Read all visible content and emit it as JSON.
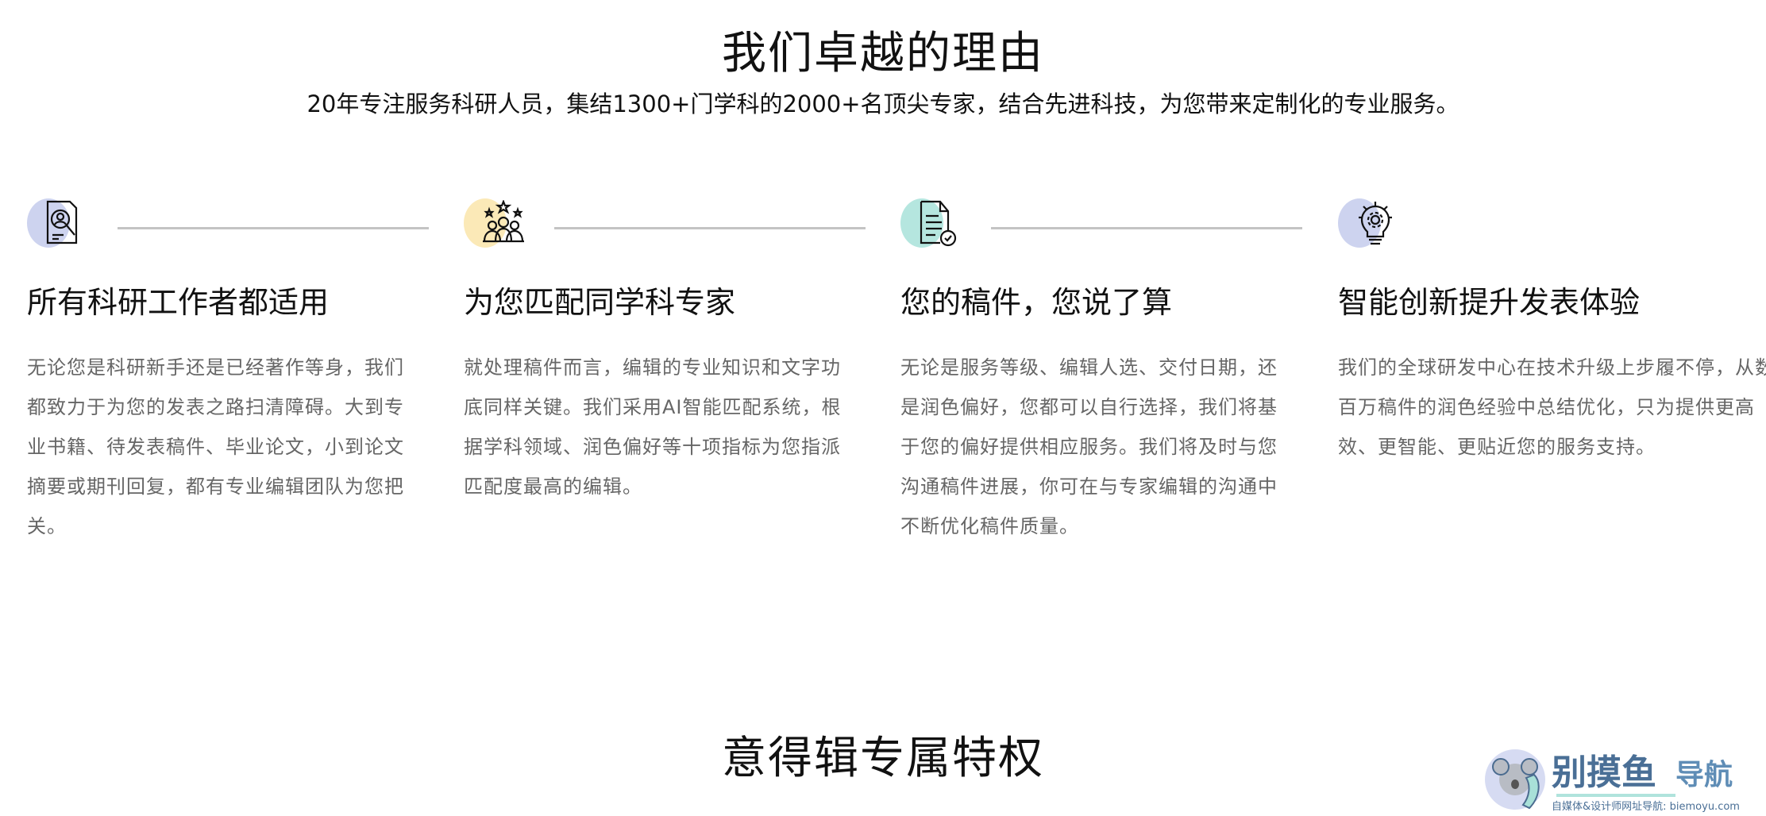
{
  "section1": {
    "title": "我们卓越的理由",
    "subtitle": "20年专注服务科研人员，集结1300+门学科的2000+名顶尖专家，结合先进科技，为您带来定制化的专业服务。",
    "features": [
      {
        "icon": "document-search-icon",
        "accent": "#cdd3ef",
        "title": "所有科研工作者都适用",
        "text": "无论您是科研新手还是已经著作等身，我们都致力于为您的发表之路扫清障碍。大到专业书籍、待发表稿件、毕业论文，小到论文摘要或期刊回复，都有专业编辑团队为您把关。"
      },
      {
        "icon": "team-stars-icon",
        "accent": "#fbe9b7",
        "title": "为您匹配同学科专家",
        "text": "就处理稿件而言，编辑的专业知识和文字功底同样关键。我们采用AI智能匹配系统，根据学科领域、润色偏好等十项指标为您指派匹配度最高的编辑。"
      },
      {
        "icon": "document-check-icon",
        "accent": "#b5e6df",
        "title": "您的稿件，您说了算",
        "text": "无论是服务等级、编辑人选、交付日期，还是润色偏好，您都可以自行选择，我们将基于您的偏好提供相应服务。我们将及时与您沟通稿件进展，你可在与专家编辑的沟通中不断优化稿件质量。"
      },
      {
        "icon": "lightbulb-gear-icon",
        "accent": "#cdd3ef",
        "title": "智能创新提升发表体验",
        "text": "我们的全球研发中心在技术升级上步履不停，从数百万稿件的润色经验中总结优化，只为提供更高效、更智能、更贴近您的服务支持。"
      }
    ]
  },
  "section2": {
    "title": "意得辑专属特权"
  },
  "watermark": {
    "name": "别摸鱼导航",
    "tagline": "自媒体&设计师网址导航: biemoyu.com"
  }
}
